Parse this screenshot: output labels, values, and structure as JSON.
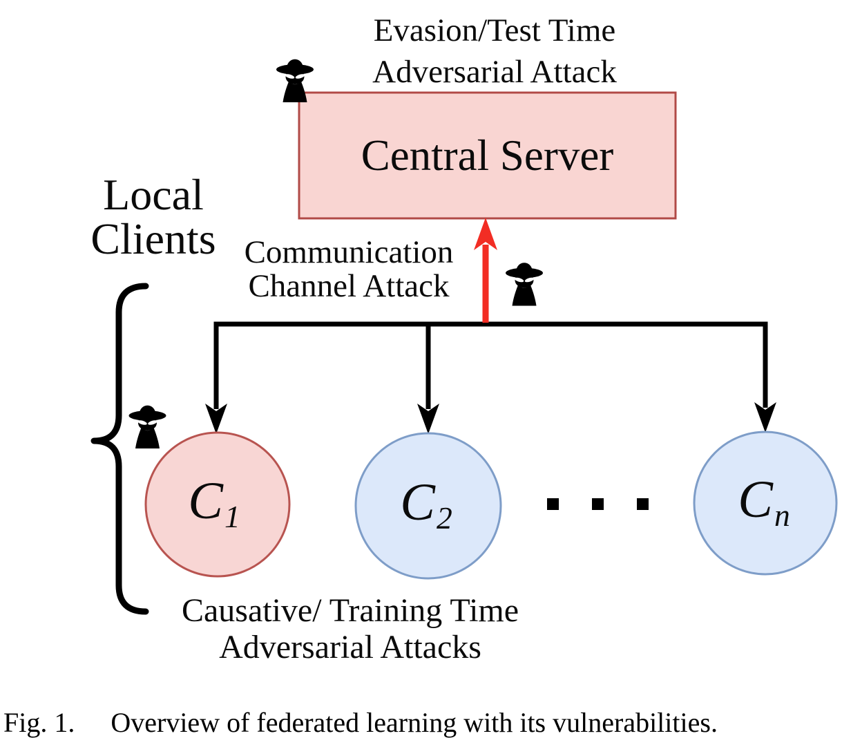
{
  "figure": {
    "top_attack_label": {
      "line1": "Evasion/Test Time",
      "line2": "Adversarial Attack"
    },
    "server": {
      "label": "Central Server"
    },
    "left_label": {
      "line1": "Local",
      "line2": "Clients"
    },
    "channel_attack_label": {
      "line1": "Communication",
      "line2": "Channel Attack"
    },
    "bottom_attack_label": {
      "line1": "Causative/ Training Time",
      "line2": "Adversarial Attacks"
    },
    "clients": [
      {
        "base": "C",
        "sub": "1"
      },
      {
        "base": "C",
        "sub": "2"
      },
      {
        "base": "C",
        "sub": "n"
      }
    ],
    "icons": {
      "attacker": "spy-incognito-icon"
    },
    "colors": {
      "server_fill": "#f9d5d2",
      "server_border": "#b14a47",
      "client1_fill": "#f8d6d4",
      "client1_border": "#b85450",
      "client_fill": "#dce8fa",
      "client_border": "#7e9dc8",
      "arrow_red": "#f22d24",
      "line_black": "#000000",
      "eye_white": "#ffffff"
    }
  },
  "caption": {
    "fig": "Fig. 1.",
    "text": "Overview of federated learning with its vulnerabilities."
  }
}
